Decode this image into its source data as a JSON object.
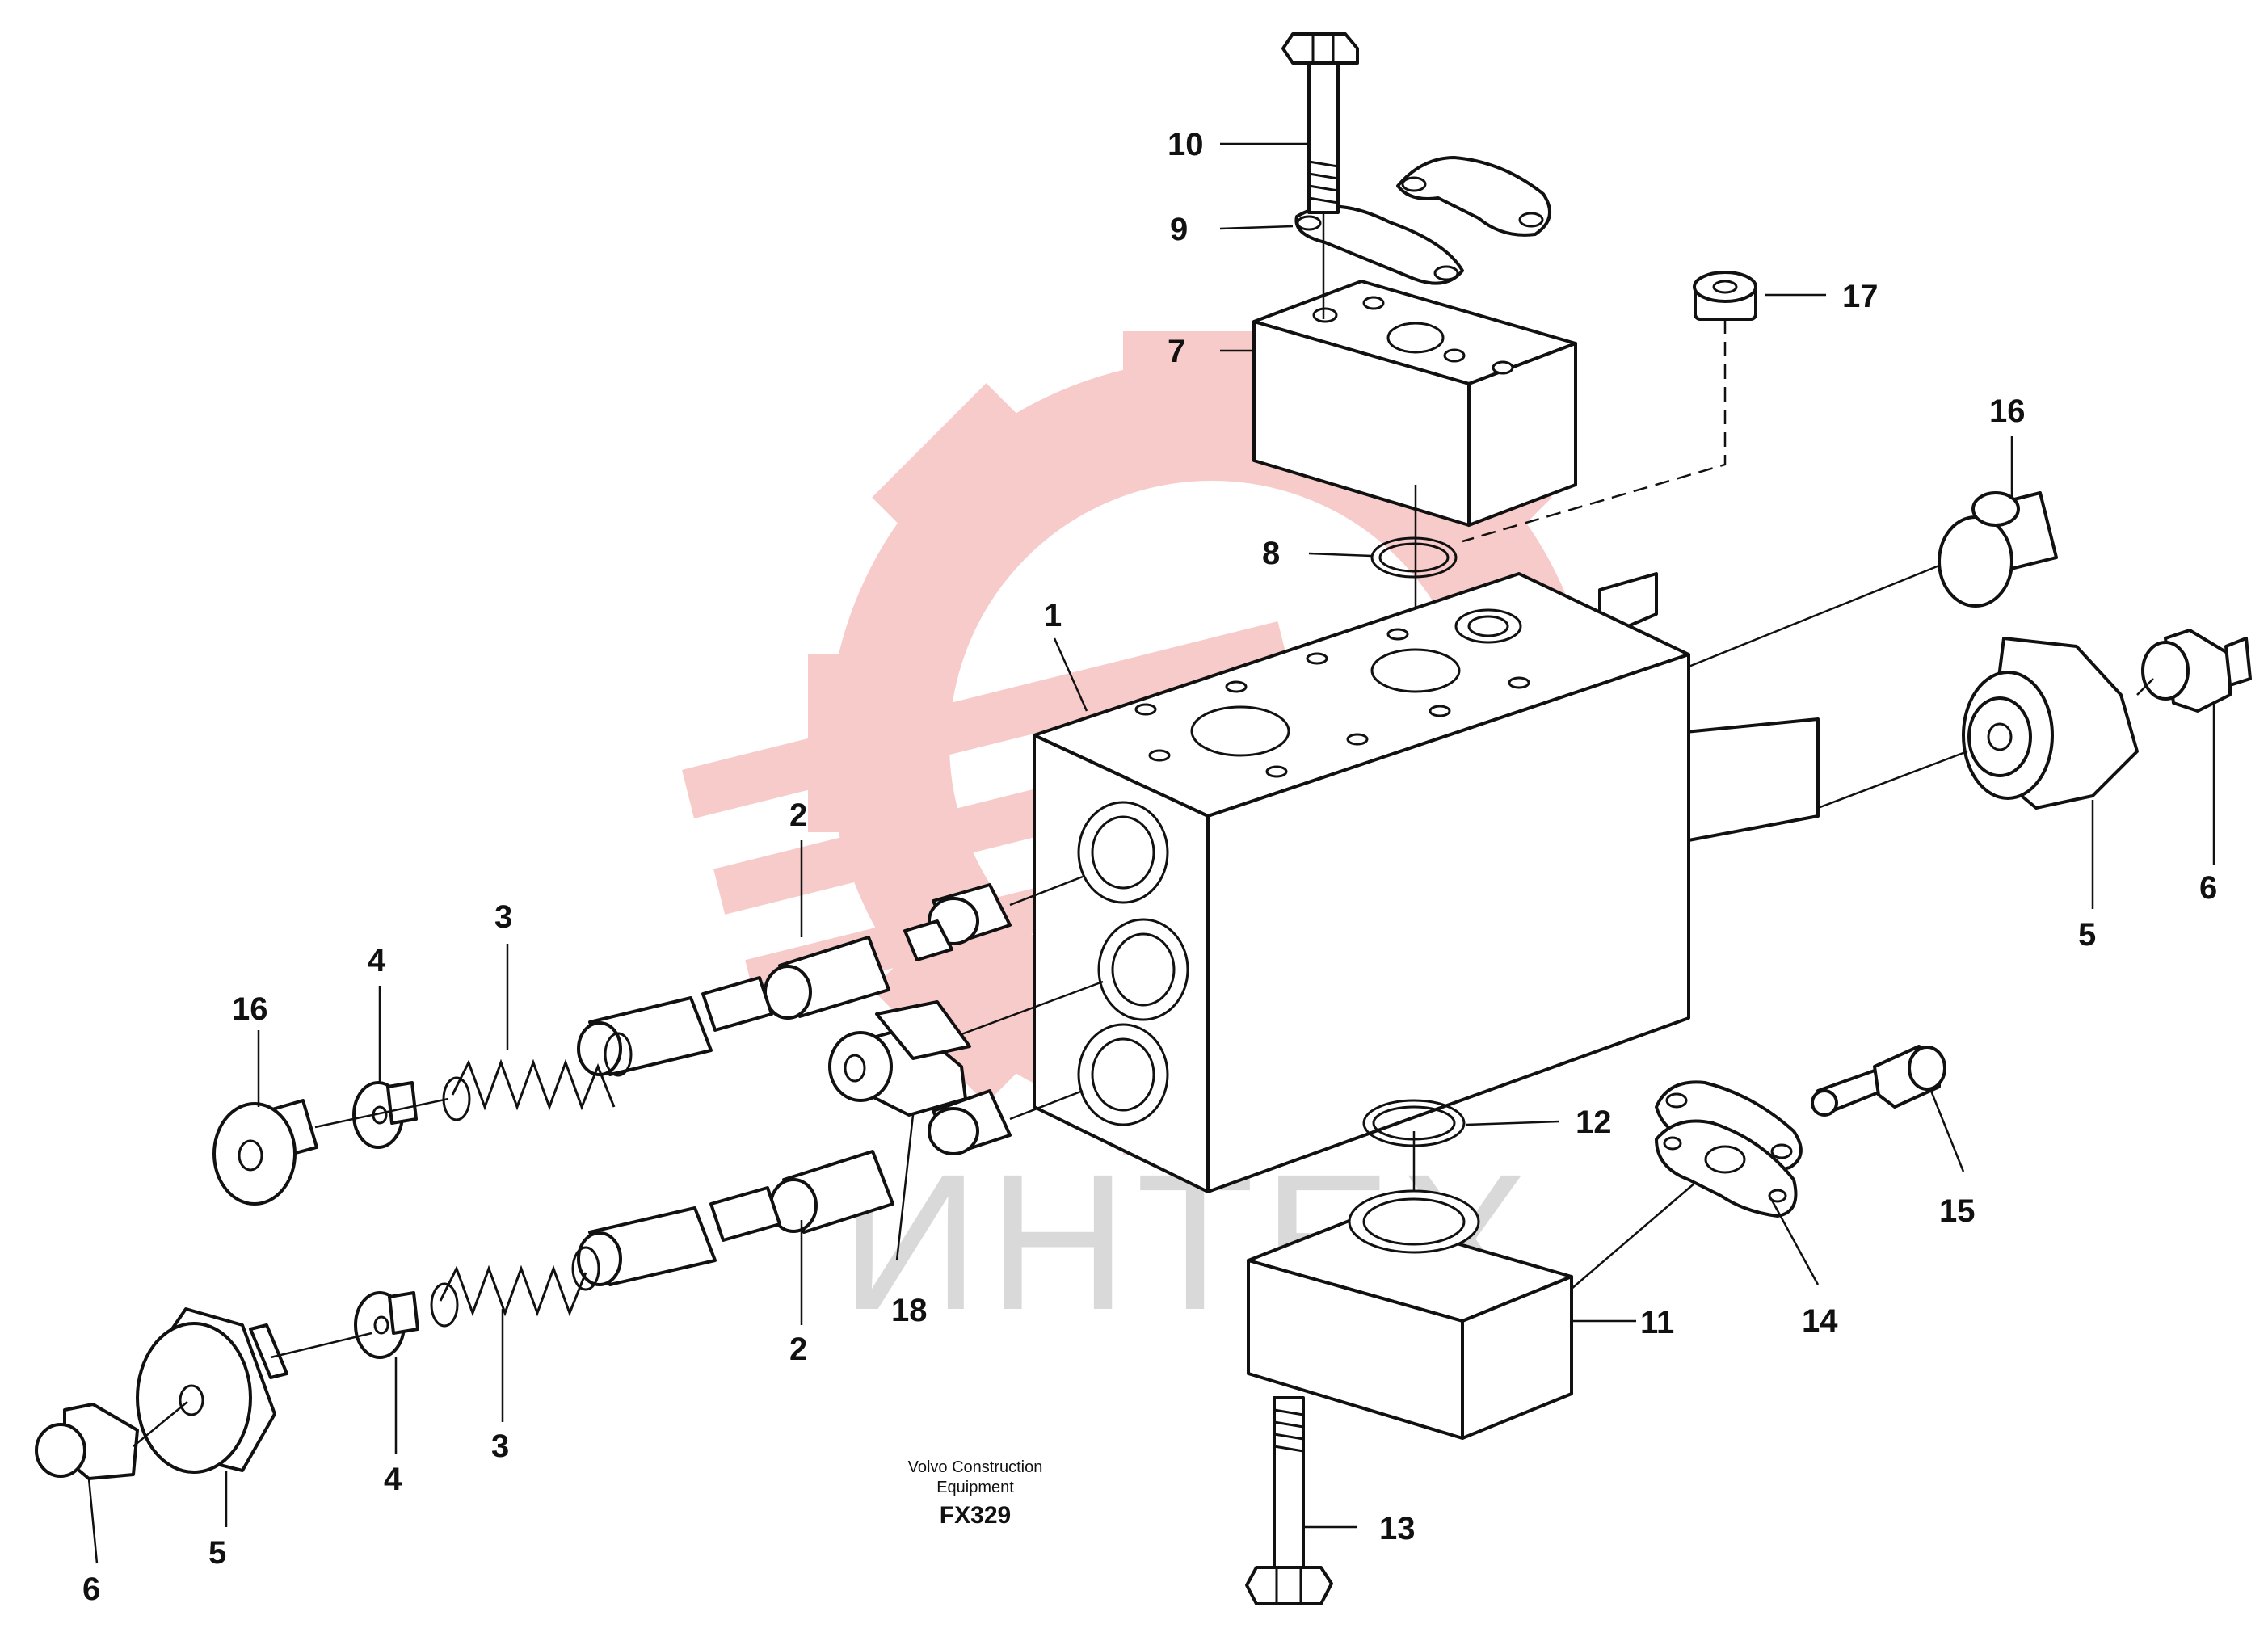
{
  "diagram": {
    "callouts": [
      "1",
      "2",
      "2",
      "3",
      "3",
      "4",
      "4",
      "5",
      "5",
      "6",
      "6",
      "7",
      "8",
      "9",
      "10",
      "11",
      "12",
      "13",
      "14",
      "15",
      "16",
      "16",
      "17",
      "18"
    ],
    "footer": {
      "line1": "Volvo Construction",
      "line2": "Equipment",
      "code": "FX329"
    },
    "watermark": {
      "text": "ИНТЕХ",
      "color": "#f7c2c2",
      "text_color": "#d9d9d9"
    }
  }
}
